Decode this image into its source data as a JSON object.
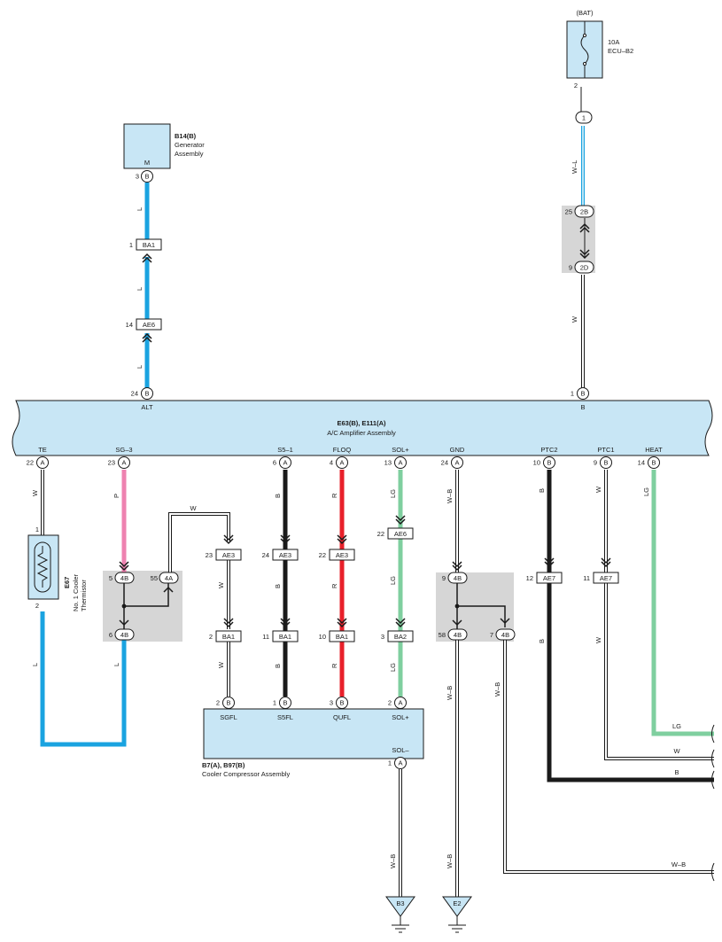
{
  "battery": {
    "label": "(BAT)",
    "fuse_rating": "10A",
    "fuse_name": "ECU–B2",
    "pin": "2"
  },
  "generator": {
    "code": "B14(B)",
    "name1": "Generator",
    "name2": "Assembly",
    "terminal": "M",
    "pin": "3",
    "connector": "B"
  },
  "amplifier": {
    "code": "E63(B), E111(A)",
    "name": "A/C Amplifier Assembly",
    "top_pins": [
      {
        "num": "24",
        "conn": "B",
        "label": "ALT"
      },
      {
        "num": "1",
        "conn": "B",
        "label": "B"
      }
    ],
    "bottom_pins": [
      {
        "num": "22",
        "conn": "A",
        "label": "TE"
      },
      {
        "num": "23",
        "conn": "A",
        "label": "SG–3"
      },
      {
        "num": "6",
        "conn": "A",
        "label": "S5–1"
      },
      {
        "num": "4",
        "conn": "A",
        "label": "FLOQ"
      },
      {
        "num": "13",
        "conn": "A",
        "label": "SOL+"
      },
      {
        "num": "24",
        "conn": "A",
        "label": "GND"
      },
      {
        "num": "10",
        "conn": "B",
        "label": "PTC2"
      },
      {
        "num": "9",
        "conn": "B",
        "label": "PTC1"
      },
      {
        "num": "14",
        "conn": "B",
        "label": "HEAT"
      }
    ]
  },
  "thermistor": {
    "code": "E67",
    "name1": "No. 1 Cooler",
    "name2": "Thermistor",
    "pin_top": "1",
    "pin_bottom": "2"
  },
  "compressor": {
    "code": "B7(A), B97(B)",
    "name": "Cooler Compressor Assembly",
    "top_pins": [
      {
        "num": "2",
        "conn": "B",
        "label": "SGFL"
      },
      {
        "num": "1",
        "conn": "B",
        "label": "S5FL"
      },
      {
        "num": "3",
        "conn": "B",
        "label": "QUFL"
      },
      {
        "num": "2",
        "conn": "A",
        "label": "SOL+"
      }
    ],
    "bottom_pin": {
      "num": "1",
      "conn": "A",
      "label": "SOL–"
    }
  },
  "connectors": {
    "j1": {
      "num": "1"
    },
    "j2b": {
      "num": "25",
      "id": "2B"
    },
    "j2d": {
      "num": "9",
      "id": "2D"
    },
    "ba1_gen": {
      "num": "1",
      "id": "BA1"
    },
    "ae6_gen": {
      "num": "14",
      "id": "AE6"
    },
    "ae3_a": {
      "num": "23",
      "id": "AE3"
    },
    "ae3_b": {
      "num": "24",
      "id": "AE3"
    },
    "ae3_c": {
      "num": "22",
      "id": "AE3"
    },
    "ae6_sol": {
      "num": "22",
      "id": "AE6"
    },
    "ba1_a": {
      "num": "2",
      "id": "BA1"
    },
    "ba1_b": {
      "num": "11",
      "id": "BA1"
    },
    "ba1_c": {
      "num": "10",
      "id": "BA1"
    },
    "ba2": {
      "num": "3",
      "id": "BA2"
    },
    "ae7_a": {
      "num": "12",
      "id": "AE7"
    },
    "ae7_b": {
      "num": "11",
      "id": "AE7"
    },
    "j4b_5": {
      "num": "5",
      "id": "4B"
    },
    "j4a_55": {
      "num": "55",
      "id": "4A"
    },
    "j4b_6": {
      "num": "6",
      "id": "4B"
    },
    "j4b_9": {
      "num": "9",
      "id": "4B"
    },
    "j4b_58": {
      "num": "58",
      "id": "4B"
    },
    "j4b_7": {
      "num": "7",
      "id": "4B"
    }
  },
  "wire_colors": {
    "wl": "W–L",
    "w": "W",
    "l": "L",
    "p": "P",
    "b": "B",
    "r": "R",
    "lg": "LG",
    "wb": "W–B"
  },
  "grounds": {
    "b3": "B3",
    "e2": "E2"
  },
  "colors": {
    "blue": "#1aa3e0",
    "pink": "#ee82b0",
    "black": "#1a1a1a",
    "red": "#e8202a",
    "lightgreen": "#7fcf9f",
    "module_fill": "#c8e6f5",
    "junction_gray": "#d6d6d6"
  }
}
